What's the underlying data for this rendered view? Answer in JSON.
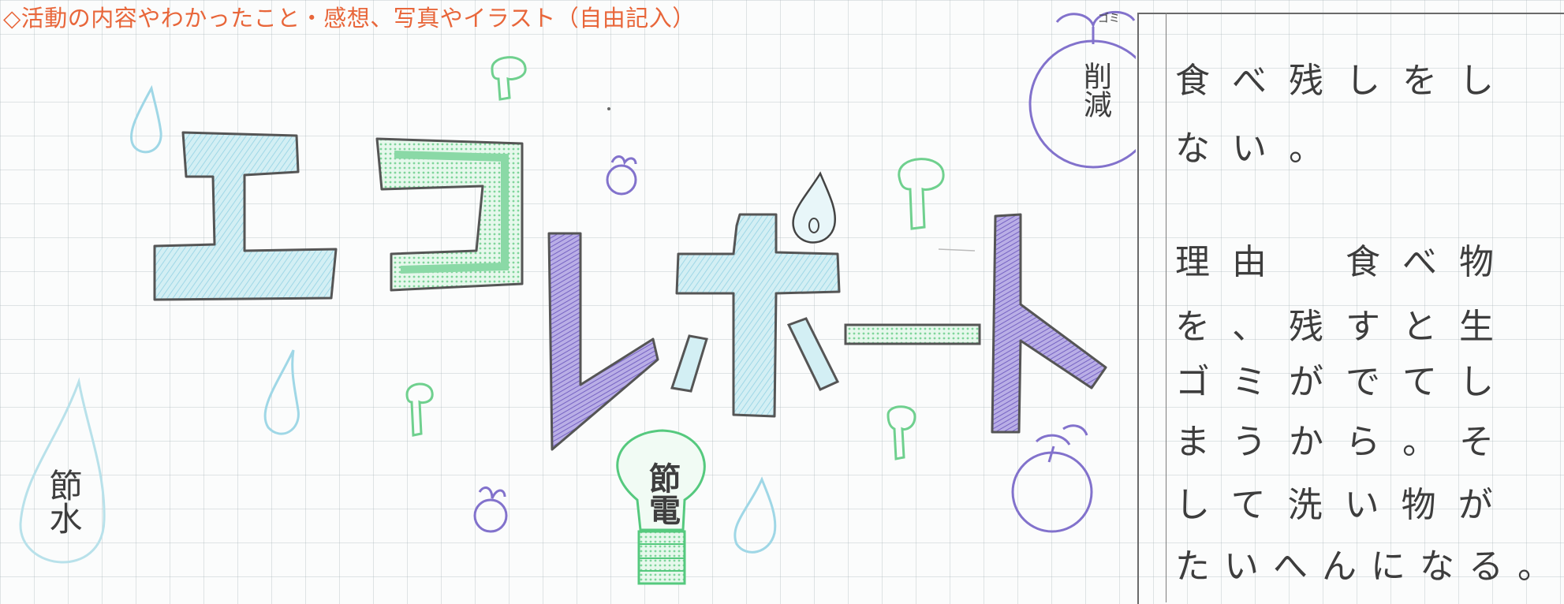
{
  "header": {
    "text": "◇活動の内容やわかったこと・感想、写真やイラスト（自由記入）"
  },
  "title": {
    "text": "エコレポート",
    "sub_label": ""
  },
  "labels": {
    "save_water": "節水",
    "save_power": "節電",
    "reduce_top": "削減",
    "gomi_small": "ゴミ"
  },
  "essay": {
    "lines": [
      "食べ残しをし",
      "ない。",
      "",
      "理由　食べ物",
      "を、残すと生",
      "ゴミがでてし",
      "まうから。そ",
      "して洗い物が",
      "たいへんになる。"
    ]
  },
  "colors": {
    "header": "#e8663a",
    "light_blue": "#bfe7ef",
    "green": "#9ddbb2",
    "purple": "#8f7fd0",
    "pencil": "#3b3b3b"
  },
  "icons": [
    "water-drop-icon",
    "mushroom-icon",
    "fruit-icon",
    "light-bulb-icon"
  ]
}
